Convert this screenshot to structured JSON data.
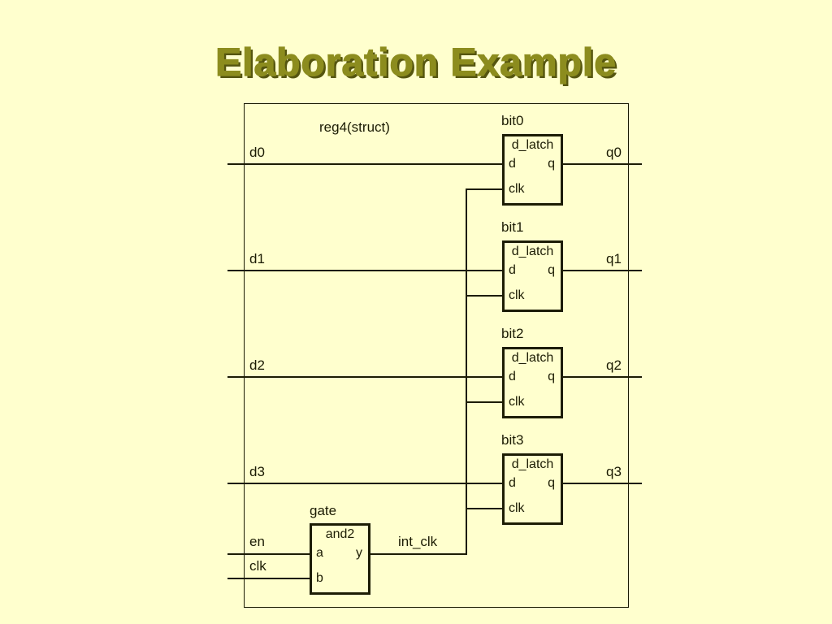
{
  "slide": {
    "title": "Elaboration Example",
    "colors": {
      "background": "#FFFFCE",
      "title_color": "#8C8C1E",
      "title_shadow_color": "#55550F",
      "ink": "#1C1C04"
    }
  },
  "diagram": {
    "module_label": "reg4(struct)",
    "inputs": [
      {
        "label": "d0"
      },
      {
        "label": "d1"
      },
      {
        "label": "d2"
      },
      {
        "label": "d3"
      },
      {
        "label": "en"
      },
      {
        "label": "clk"
      }
    ],
    "outputs": [
      {
        "label": "q0"
      },
      {
        "label": "q1"
      },
      {
        "label": "q2"
      },
      {
        "label": "q3"
      }
    ],
    "latches": [
      {
        "instance": "bit0",
        "component": "d_latch",
        "ports": {
          "d": "d",
          "q": "q",
          "clk": "clk"
        }
      },
      {
        "instance": "bit1",
        "component": "d_latch",
        "ports": {
          "d": "d",
          "q": "q",
          "clk": "clk"
        }
      },
      {
        "instance": "bit2",
        "component": "d_latch",
        "ports": {
          "d": "d",
          "q": "q",
          "clk": "clk"
        }
      },
      {
        "instance": "bit3",
        "component": "d_latch",
        "ports": {
          "d": "d",
          "q": "q",
          "clk": "clk"
        }
      }
    ],
    "gate": {
      "instance": "gate",
      "component": "and2",
      "ports": {
        "a": "a",
        "b": "b",
        "y": "y"
      }
    },
    "internal_signal": "int_clk"
  }
}
